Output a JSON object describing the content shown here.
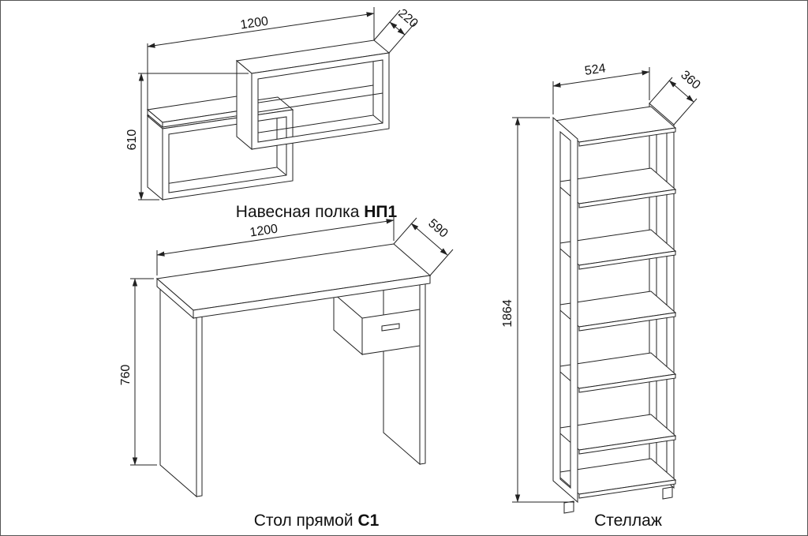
{
  "drawings": [
    {
      "caption_text": "Навесная полка ",
      "caption_code": "НП1",
      "dims": {
        "width": "1200",
        "depth": "220",
        "height": "610"
      }
    },
    {
      "caption_text": "Стол прямой ",
      "caption_code": "С1",
      "dims": {
        "width": "1200",
        "depth": "590",
        "height": "760"
      }
    },
    {
      "caption_text": "Стеллаж",
      "caption_code": "",
      "dims": {
        "width": "524",
        "depth": "360",
        "height": "1864"
      }
    }
  ],
  "colors": {
    "line": "#222222",
    "text": "#111111",
    "background": "#ffffff",
    "border": "#555555"
  }
}
